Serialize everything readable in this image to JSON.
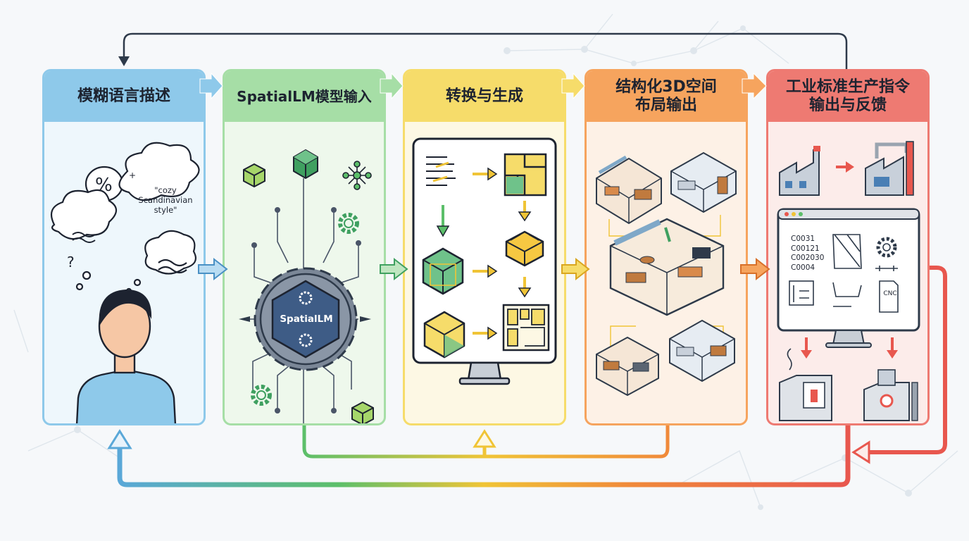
{
  "stages": [
    {
      "title": "模糊语言描述"
    },
    {
      "title": "SpatialLM模型输入"
    },
    {
      "title": "转换与生成"
    },
    {
      "title": "结构化3D空间\n布局输出"
    },
    {
      "title": "工业标准生产指令\n输出与反馈"
    }
  ],
  "colors": {
    "blue": "#5aa8d8",
    "blue_head": "#8ec9ea",
    "blue_body": "#eef7fc",
    "green": "#5cbf6a",
    "green_head": "#a6dea6",
    "green_body": "#eef8ec",
    "yellow": "#f0c436",
    "yellow_head": "#f6dc6a",
    "yellow_body": "#fdf8e4",
    "orange": "#f08a3a",
    "orange_head": "#f6a45e",
    "orange_body": "#fdf1e6",
    "red": "#e8574e",
    "red_head": "#ee7a72",
    "red_body": "#fcecea"
  },
  "speech": {
    "quote": "\"cozy\nScandinavian\nstyle\"",
    "symbols": [
      "?",
      "%",
      "+"
    ]
  },
  "model": {
    "hub_label": "SpatialLM"
  },
  "screen": {
    "codes": [
      "C0031",
      "C00121",
      "C002030",
      "C0004"
    ],
    "cnc_label": "CNC"
  },
  "icons": [
    "person-icon",
    "thought-bubble-icon",
    "gear-hub-icon",
    "cube-icon",
    "network-icon",
    "monitor-icon",
    "floorplan-icon",
    "room-iso-icon",
    "factory-icon",
    "cnc-machine-icon",
    "arrow-icon"
  ]
}
